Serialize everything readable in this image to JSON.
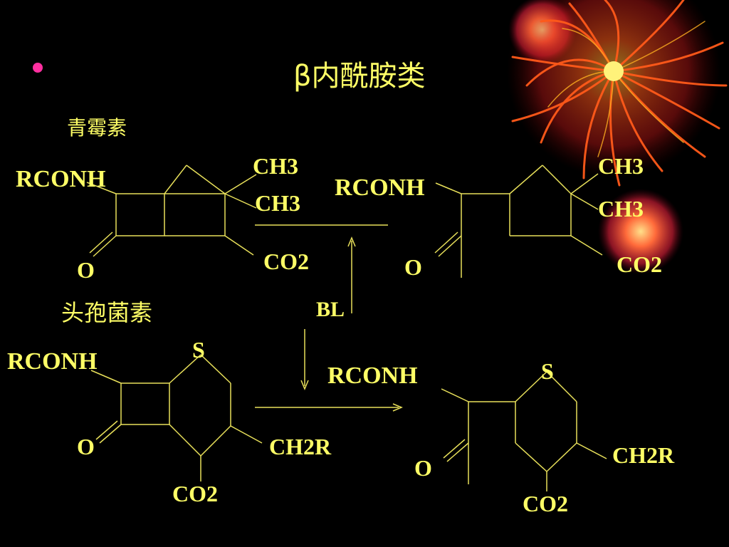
{
  "title": "β内酰胺类",
  "sections": {
    "penicillin": "青霉素",
    "cephalosporin": "头孢菌素"
  },
  "labels": {
    "rconh": "RCONH",
    "ch3": "CH3",
    "co2": "CO2",
    "o": "O",
    "s": "S",
    "ch2r": "CH2R",
    "bl": "BL"
  },
  "colors": {
    "background": "#000000",
    "text": "#ffff66",
    "lines": "#e8e05a",
    "bullet": "#ff2fa0"
  },
  "icons": {
    "decoration": "firework-decoration"
  }
}
